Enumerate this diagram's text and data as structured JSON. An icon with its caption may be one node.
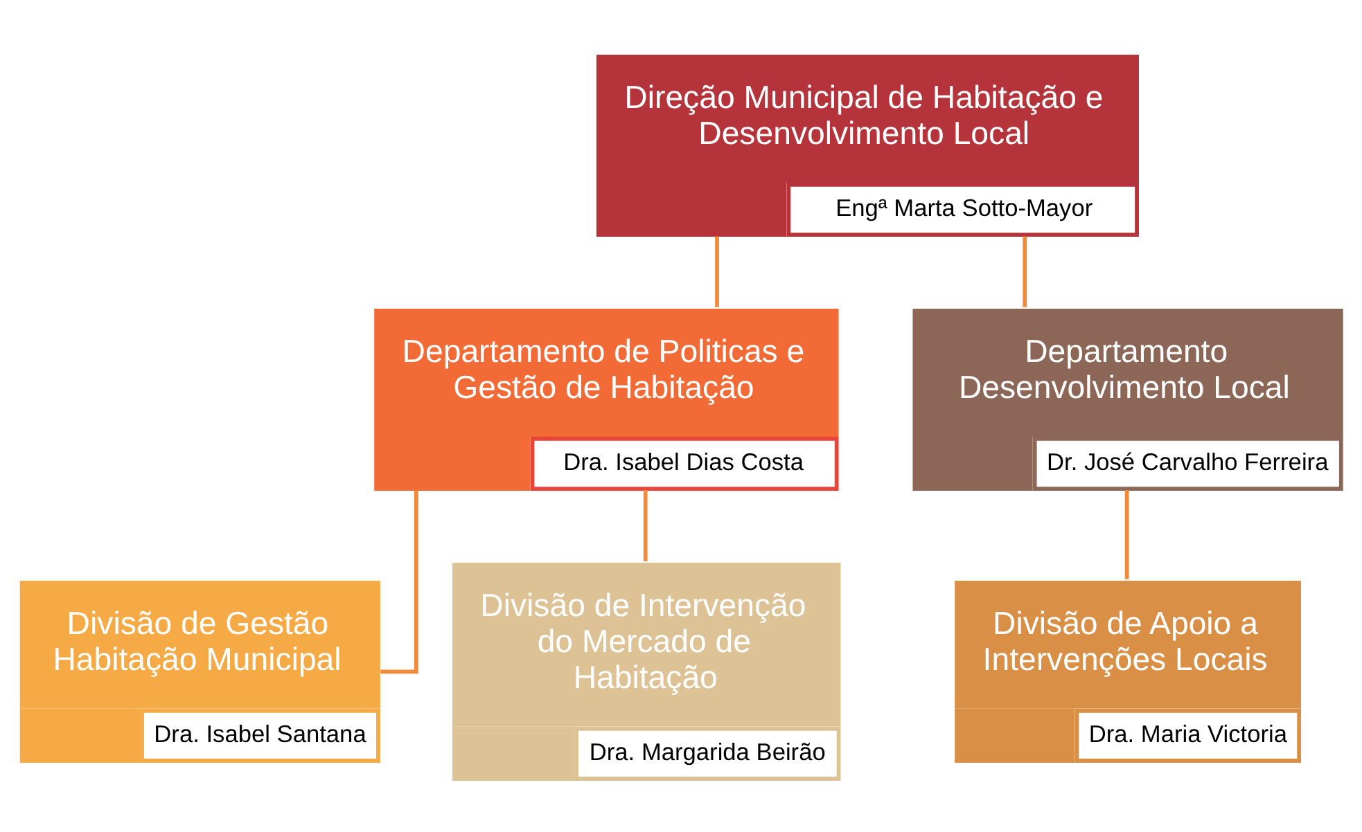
{
  "diagram": {
    "nodes": [
      {
        "text": [
          "Direção Municipal de Habitação e Desenvolvimento Local",
          "Engª Marta Sotto-Mayor"
        ]
      },
      {
        "text": [
          "Departamento de Politicas e Gestão de Habitação",
          "Dra. Isabel Dias Costa"
        ]
      },
      {
        "text": [
          "Departamento Desenvolvimento Local",
          "Dr. José Carvalho Ferreira"
        ]
      },
      {
        "text": [
          "Divisão de Gestão Habitação Municipal",
          "Dra. Isabel Santana"
        ]
      },
      {
        "text": [
          "Divisão de Intervenção do Mercado de Habitação",
          "Dra. Margarida Beirão"
        ]
      },
      {
        "text": [
          "Divisão de Apoio a Intervenções Locais",
          "Dra. Maria Victoria"
        ]
      }
    ],
    "edges": [
      {
        "from": 0,
        "to": 1,
        "arrow": "none"
      },
      {
        "from": 0,
        "to": 2,
        "arrow": "none"
      },
      {
        "from": 1,
        "to": 3,
        "arrow": "none"
      },
      {
        "from": 1,
        "to": 4,
        "arrow": "none"
      },
      {
        "from": 2,
        "to": 5,
        "arrow": "none"
      }
    ]
  }
}
